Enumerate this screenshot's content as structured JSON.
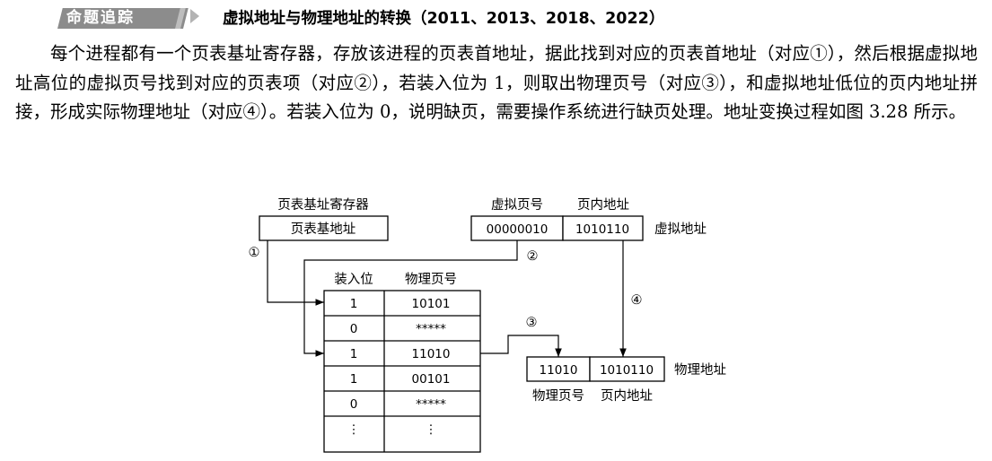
{
  "header": {
    "badge": "命题追踪",
    "title": "虚拟地址与物理地址的转换（2011、2013、2018、2022）"
  },
  "paragraph": "每个进程都有一个页表基址寄存器，存放该进程的页表首地址，据此找到对应的页表首地址（对应①），然后根据虚拟地址高位的虚拟页号找到对应的页表项（对应②），若装入位为 1，则取出物理页号（对应③），和虚拟地址低位的页内地址拼接，形成实际物理地址（对应④）。若装入位为 0，说明缺页，需要操作系统进行缺页处理。地址变换过程如图 3.28 所示。",
  "diagram": {
    "register_title": "页表基址寄存器",
    "register_value": "页表基地址",
    "vaddr_headers": [
      "虚拟页号",
      "页内地址"
    ],
    "vaddr_values": [
      "00000010",
      "1010110"
    ],
    "vaddr_label": "虚拟地址",
    "table_headers": [
      "装入位",
      "物理页号"
    ],
    "table_rows": [
      [
        "1",
        "10101"
      ],
      [
        "0",
        "*****"
      ],
      [
        "1",
        "11010"
      ],
      [
        "1",
        "00101"
      ],
      [
        "0",
        "*****"
      ],
      [
        "⋮",
        "⋮"
      ]
    ],
    "paddr_values": [
      "11010",
      "1010110"
    ],
    "paddr_label": "物理地址",
    "paddr_captions": [
      "物理页号",
      "页内地址"
    ],
    "markers": [
      "①",
      "②",
      "③",
      "④"
    ]
  }
}
